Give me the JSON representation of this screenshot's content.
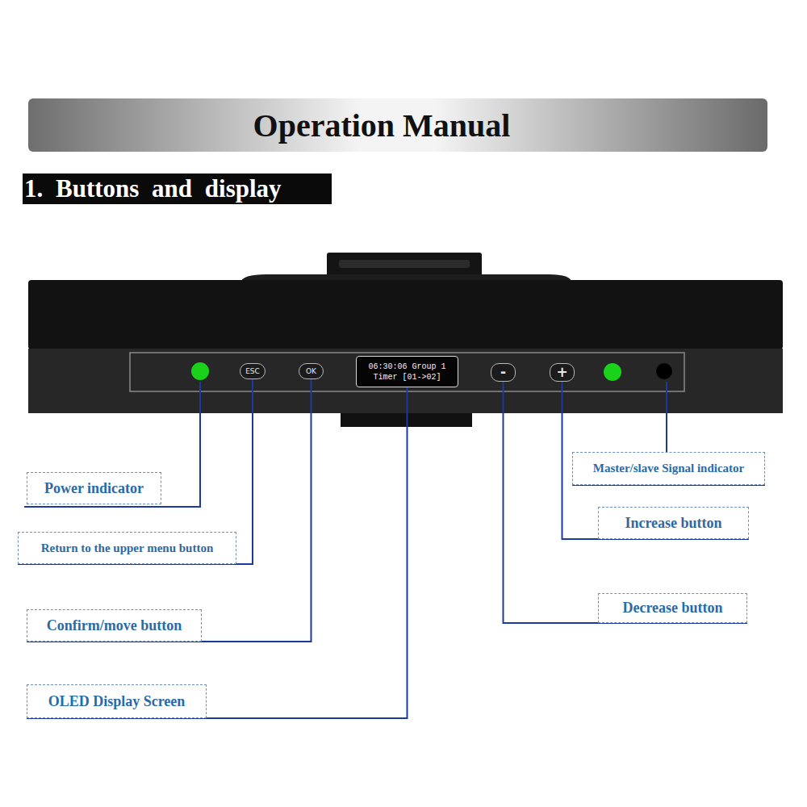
{
  "diagram": {
    "title": "Operation Manual",
    "nodes": [
      {
        "text": [
          "ESC"
        ]
      },
      {
        "text": [
          "OK"
        ]
      },
      {
        "text": [
          "06:30:06 Group 1",
          "Timer [01->02]"
        ]
      },
      {
        "text": [
          "-"
        ]
      },
      {
        "text": [
          "+"
        ]
      },
      {
        "text": [
          "Master/slave Signal indicator"
        ]
      },
      {
        "text": [
          "Power indicator"
        ]
      },
      {
        "text": [
          "Increase button"
        ]
      },
      {
        "text": [
          "Return to the upper menu button"
        ]
      },
      {
        "text": [
          "Decrease button"
        ]
      },
      {
        "text": [
          "Confirm/move button"
        ]
      },
      {
        "text": [
          "OLED Display Screen"
        ]
      }
    ],
    "edges": [
      {
        "from": 8,
        "to": 0,
        "arrow": "none"
      },
      {
        "from": 10,
        "to": 1,
        "arrow": "none"
      },
      {
        "from": 11,
        "to": 2,
        "arrow": "none"
      },
      {
        "from": 9,
        "to": 3,
        "arrow": "none"
      },
      {
        "from": 7,
        "to": 4,
        "arrow": "none"
      }
    ],
    "labels": [
      "1. Buttons and display"
    ]
  }
}
